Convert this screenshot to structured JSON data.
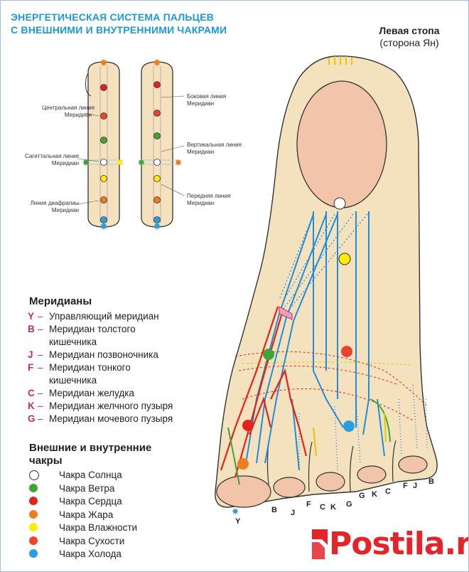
{
  "title": {
    "line1": "ЭНЕРГЕТИЧЕСКАЯ СИСТЕМА ПАЛЬЦЕВ",
    "line2": "С ВНЕШНИМИ И ВНУТРЕННИМИ ЧАКРАМИ"
  },
  "foot": {
    "title": "Левая стопа",
    "subtitle": "(сторона Ян)"
  },
  "finger_labels": {
    "central": [
      "Центральная линия",
      "Меридиан"
    ],
    "sagittal": [
      "Сагиттальная линия",
      "Меридиан"
    ],
    "diaphragm": [
      "Линия диафрагмы",
      "Меридиан"
    ],
    "lateral": [
      "Боковая линия",
      "Меридиан"
    ],
    "vertical": [
      "Вертикальная линия",
      "Меридиан"
    ],
    "front": [
      "Передняя линия",
      "Меридиан"
    ]
  },
  "meridians": {
    "heading": "Меридианы",
    "items": [
      {
        "code": "Y",
        "lines": [
          "Управляющий меридиан"
        ]
      },
      {
        "code": "B",
        "lines": [
          "Меридиан толстого",
          "кишечника"
        ]
      },
      {
        "code": "J",
        "lines": [
          "Меридиан позвоночника"
        ]
      },
      {
        "code": "F",
        "lines": [
          "Меридиан тонкого",
          "кишечника"
        ]
      },
      {
        "code": "C",
        "lines": [
          "Меридиан желудка"
        ]
      },
      {
        "code": "K",
        "lines": [
          "Меридиан желчного пузыря"
        ]
      },
      {
        "code": "G",
        "lines": [
          "Меридиан мочевого пузыря"
        ]
      }
    ]
  },
  "chakras": {
    "heading1": "Внешние и внутренние",
    "heading2": "чакры",
    "items": [
      {
        "label": "Чакра Солнца",
        "color": "#ffffff"
      },
      {
        "label": "Чакра Ветра",
        "color": "#3fa535"
      },
      {
        "label": "Чакра Сердца",
        "color": "#e2231a"
      },
      {
        "label": "Чакра Жара",
        "color": "#f07c21"
      },
      {
        "label": "Чакра Влажности",
        "color": "#ffec00"
      },
      {
        "label": "Чакра Сухости",
        "color": "#e8452c"
      },
      {
        "label": "Чакра Холода",
        "color": "#2a9fe0"
      }
    ]
  },
  "toe_letters": [
    "Y",
    "B",
    "J",
    "F",
    "C",
    "K",
    "G",
    "G",
    "K",
    "C",
    "F",
    "J",
    "B"
  ],
  "watermark": "Postila.ru",
  "colors": {
    "title": "#1b9ad6",
    "skin": "#f3e2bd",
    "nail": "#f2c4aa",
    "accent": "#c4296e"
  }
}
